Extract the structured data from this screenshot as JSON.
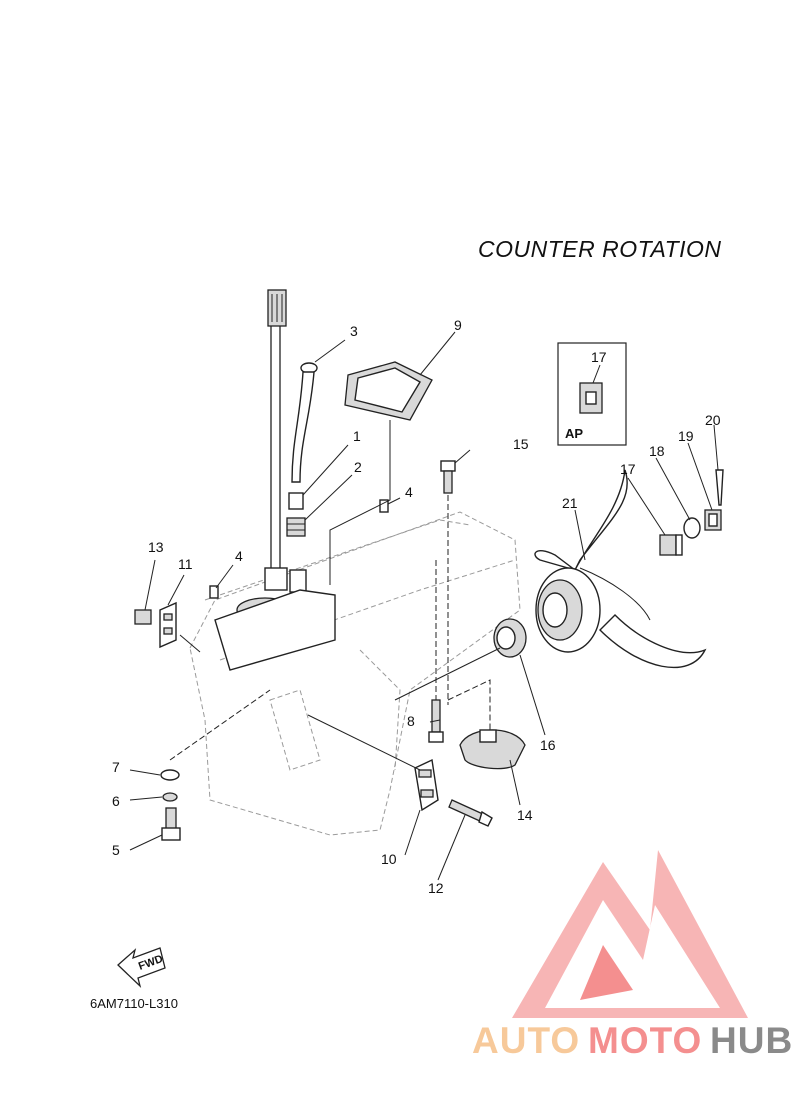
{
  "title": "COUNTER  ROTATION",
  "diagram_code": "6AM7110-L310",
  "fwd_arrow_label": "FWD",
  "ap_box_label": "AP",
  "watermark": {
    "auto": "AUTO",
    "moto": "MOTO",
    "hub": "HUB",
    "colors": {
      "auto": "#f7c99a",
      "moto": "#f48f8f",
      "hub": "#8a8a8a",
      "logo": "#f48f8f"
    }
  },
  "callouts": {
    "c1": "1",
    "c2": "2",
    "c3": "3",
    "c4a": "4",
    "c4b": "4",
    "c5": "5",
    "c6": "6",
    "c7": "7",
    "c8": "8",
    "c9": "9",
    "c10": "10",
    "c11": "11",
    "c12": "12",
    "c13": "13",
    "c14": "14",
    "c15": "15",
    "c16": "16",
    "c17a": "17",
    "c17b": "17",
    "c18": "18",
    "c19": "19",
    "c20": "20",
    "c21": "21"
  }
}
